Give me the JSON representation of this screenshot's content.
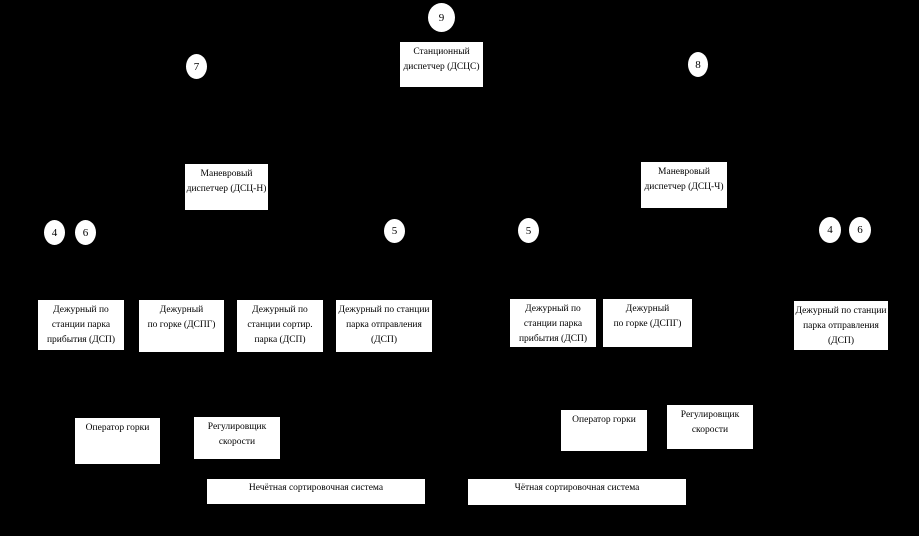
{
  "diagram": {
    "description": "Railway marshalling yard staff hierarchy diagram",
    "colors": {
      "background": "#000000",
      "node_fill": "#ffffff",
      "node_text": "#000000"
    },
    "circles": {
      "top9": "9",
      "left7": "7",
      "right8": "8",
      "left4": "4",
      "left6": "6",
      "center_left5": "5",
      "center_right5": "5",
      "right4": "4",
      "right6": "6"
    },
    "boxes": {
      "station_dispatcher": "Станционный\nдиспетчер (ДСЦС)",
      "shunting_dispatcher_n": "Маневровый\nдиспетчер (ДСЦ-Н)",
      "shunting_dispatcher_ch": "Маневровый\nдиспетчер (ДСЦ-Ч)",
      "dsp_arrival_left": "Дежурный по\nстанции парка\nприбытия (ДСП)",
      "dspg_left": "Дежурный\nпо горке (ДСПГ)",
      "dsp_sorting_left": "Дежурный по\nстанции сортир.\nпарка  (ДСП)",
      "dsp_departure_left": "Дежурный по станции\nпарка отправления\n(ДСП)",
      "dsp_arrival_right": "Дежурный по\nстанции парка\nприбытия (ДСП)",
      "dspg_right": "Дежурный\nпо горке (ДСПГ)",
      "dsp_departure_right": "Дежурный по станции\nпарка  отправления\n(ДСП)",
      "hump_operator_left": "Оператор горки",
      "speed_regulator_left": "Регулировщик\nскорости",
      "hump_operator_right": "Оператор горки",
      "speed_regulator_right": "Регулировщик\nскорости",
      "odd_sorting_system": "Нечётная сортировочная система",
      "even_sorting_system": "Чётная сортировочная система"
    }
  }
}
